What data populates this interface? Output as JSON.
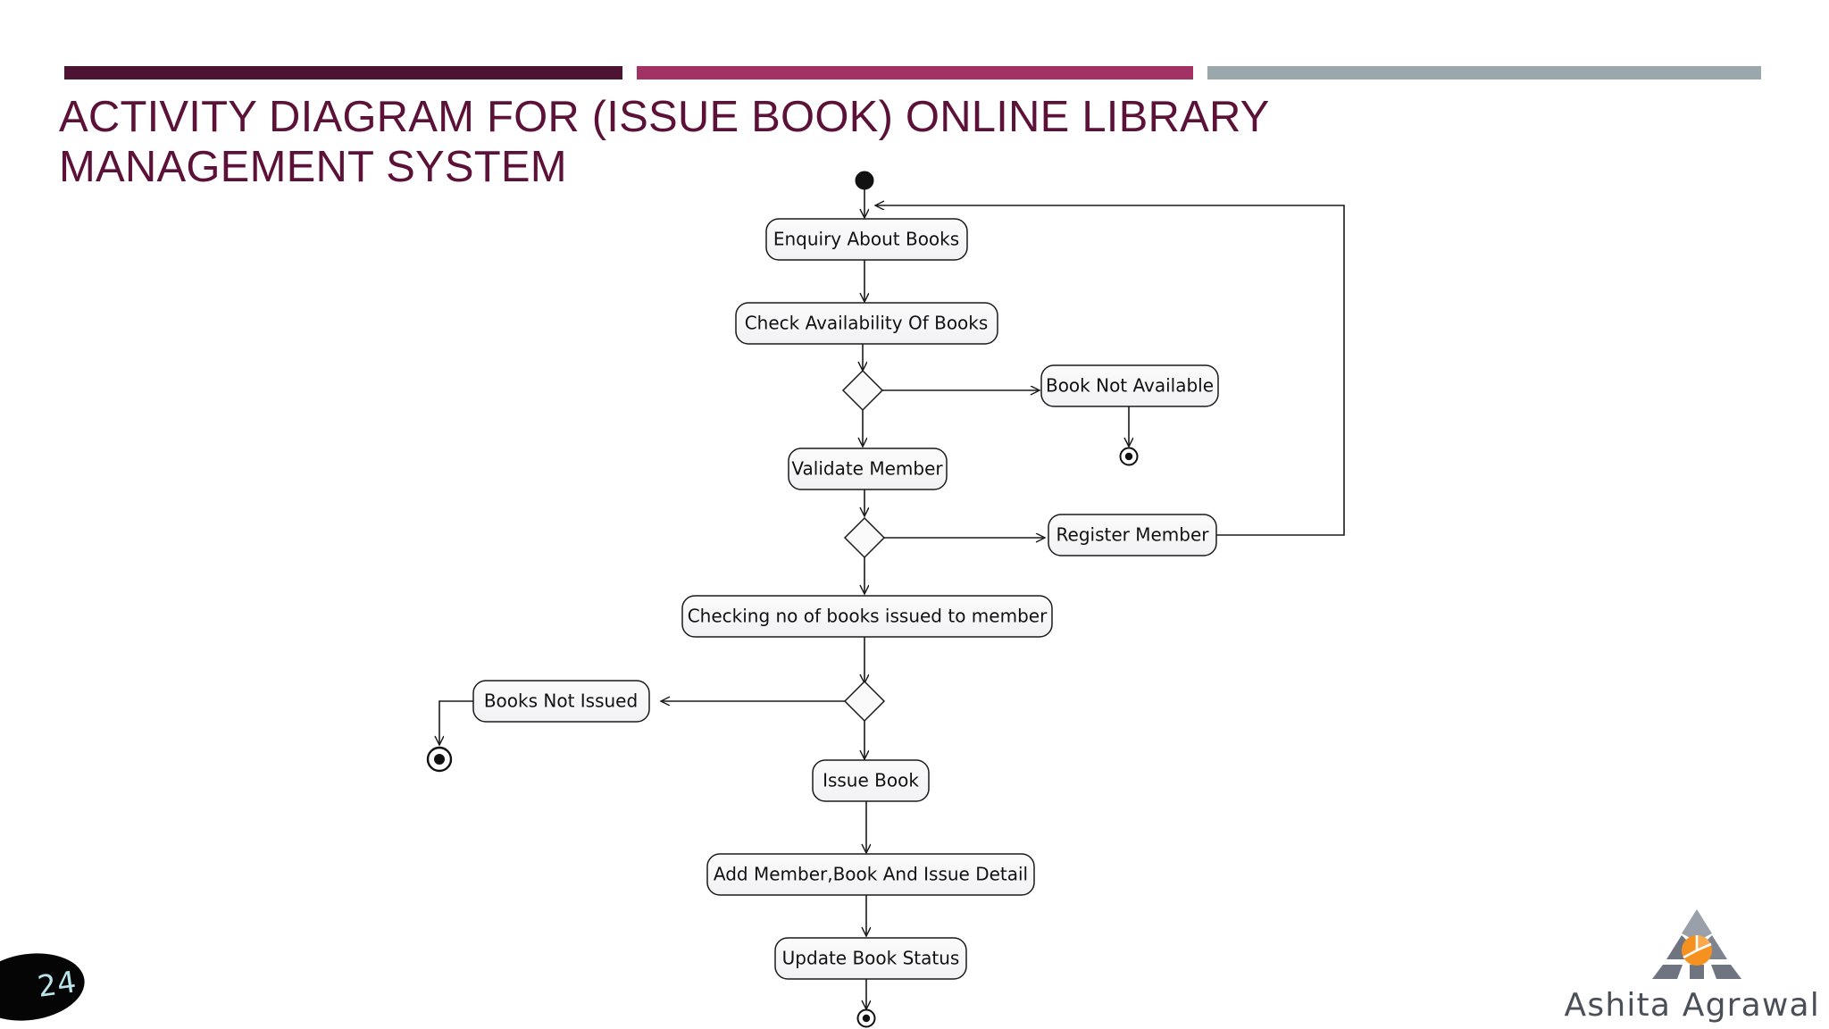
{
  "slide": {
    "title": "ACTIVITY DIAGRAM FOR (ISSUE BOOK) ONLINE LIBRARY\nMANAGEMENT SYSTEM",
    "page_number": "24",
    "title_color": "#5c1238"
  },
  "header_bars": [
    {
      "name": "bar-dark",
      "color": "#4d1333"
    },
    {
      "name": "bar-mid",
      "color": "#a13263"
    },
    {
      "name": "bar-light",
      "color": "#9aa7ab"
    }
  ],
  "brand": {
    "name": "Ashita Agrawal",
    "logo_colors": {
      "gray": "#6e7480",
      "light_gray": "#9aa0aa",
      "orange": "#f59120"
    }
  },
  "diagram": {
    "type": "uml-activity-diagram",
    "nodes": [
      {
        "id": "start",
        "kind": "initial-node",
        "label": ""
      },
      {
        "id": "enquiry",
        "kind": "action",
        "label": "Enquiry About Books"
      },
      {
        "id": "check_avail",
        "kind": "action",
        "label": "Check Availability Of Books"
      },
      {
        "id": "d1",
        "kind": "decision",
        "label": ""
      },
      {
        "id": "book_na",
        "kind": "action",
        "label": "Book Not Available"
      },
      {
        "id": "end_na",
        "kind": "final-node",
        "label": ""
      },
      {
        "id": "validate",
        "kind": "action",
        "label": "Validate Member"
      },
      {
        "id": "d2",
        "kind": "decision",
        "label": ""
      },
      {
        "id": "register",
        "kind": "action",
        "label": "Register Member"
      },
      {
        "id": "checking_no",
        "kind": "action",
        "label": "Checking no of books issued to member"
      },
      {
        "id": "d3",
        "kind": "decision",
        "label": ""
      },
      {
        "id": "not_issued",
        "kind": "action",
        "label": "Books Not Issued"
      },
      {
        "id": "end_ni",
        "kind": "final-node",
        "label": ""
      },
      {
        "id": "issue_book",
        "kind": "action",
        "label": "Issue Book"
      },
      {
        "id": "add_detail",
        "kind": "action",
        "label": "Add Member,Book And Issue Detail"
      },
      {
        "id": "update_status",
        "kind": "action",
        "label": "Update Book Status"
      },
      {
        "id": "end_main",
        "kind": "final-node",
        "label": ""
      }
    ],
    "edges": [
      {
        "from": "start",
        "to": "enquiry"
      },
      {
        "from": "enquiry",
        "to": "check_avail"
      },
      {
        "from": "check_avail",
        "to": "d1"
      },
      {
        "from": "d1",
        "to": "book_na"
      },
      {
        "from": "book_na",
        "to": "end_na"
      },
      {
        "from": "d1",
        "to": "validate"
      },
      {
        "from": "validate",
        "to": "d2"
      },
      {
        "from": "d2",
        "to": "register"
      },
      {
        "from": "register",
        "to": "enquiry"
      },
      {
        "from": "d2",
        "to": "checking_no"
      },
      {
        "from": "checking_no",
        "to": "d3"
      },
      {
        "from": "d3",
        "to": "not_issued"
      },
      {
        "from": "not_issued",
        "to": "end_ni"
      },
      {
        "from": "d3",
        "to": "issue_book"
      },
      {
        "from": "issue_book",
        "to": "add_detail"
      },
      {
        "from": "add_detail",
        "to": "update_status"
      },
      {
        "from": "update_status",
        "to": "end_main"
      }
    ]
  }
}
